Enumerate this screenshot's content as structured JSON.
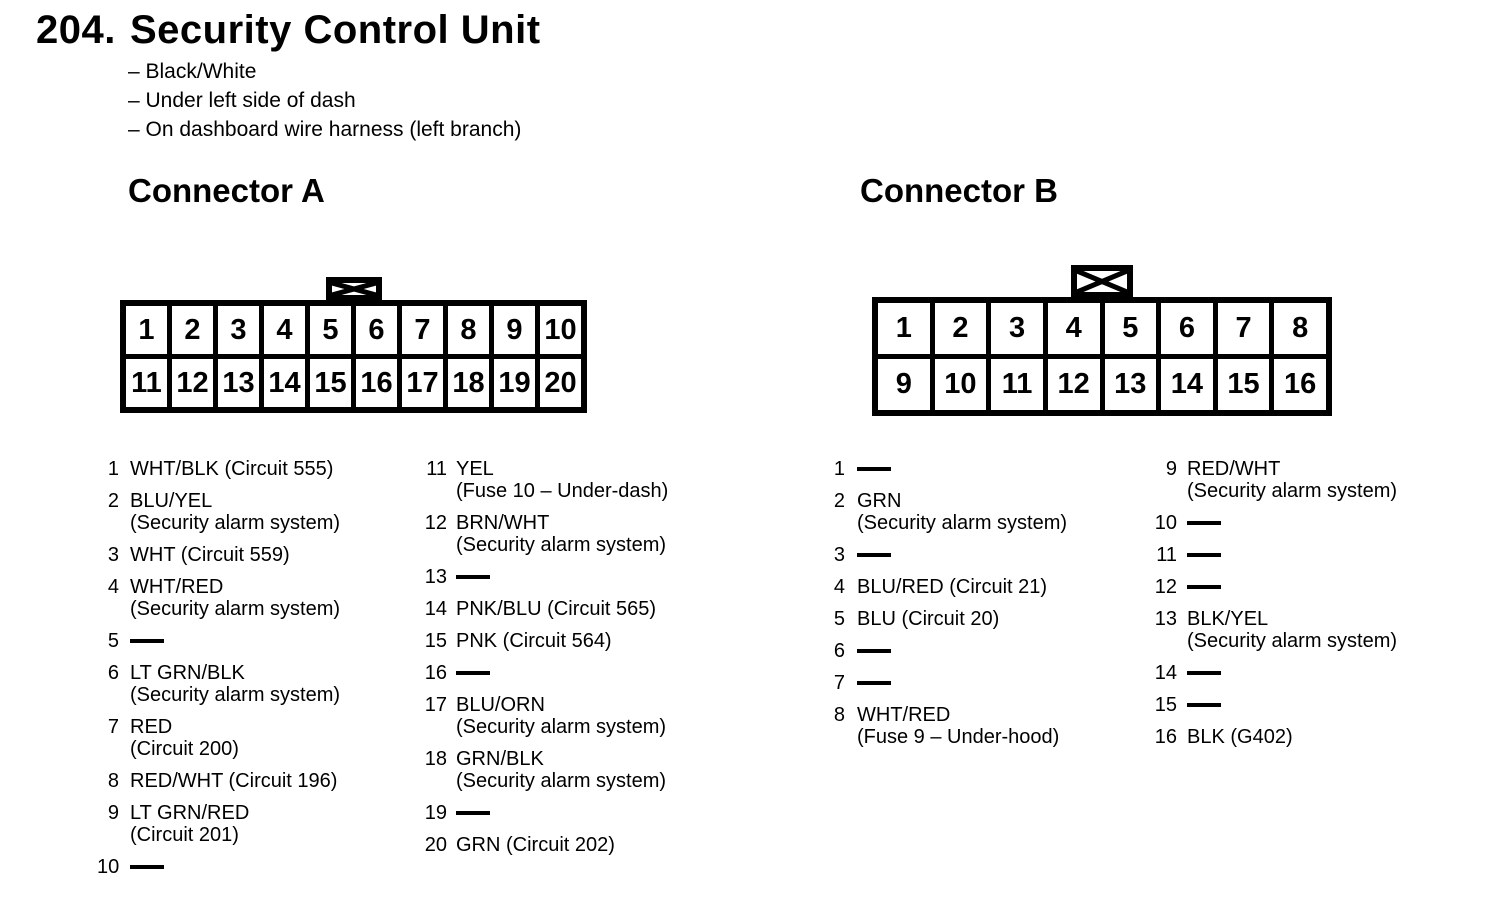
{
  "page": {
    "title_number": "204.",
    "title_text": "Security Control Unit",
    "notes": [
      "– Black/White",
      "– Under left side of dash",
      "– On dashboard wire harness (left branch)"
    ]
  },
  "connector_a": {
    "heading": "Connector A",
    "pin_rows": [
      [
        "1",
        "2",
        "3",
        "4",
        "5",
        "6",
        "7",
        "8",
        "9",
        "10"
      ],
      [
        "11",
        "12",
        "13",
        "14",
        "15",
        "16",
        "17",
        "18",
        "19",
        "20"
      ]
    ],
    "pin_columns": [
      [
        {
          "pin": "1",
          "desc": [
            "WHT/BLK (Circuit 555)"
          ]
        },
        {
          "pin": "2",
          "desc": [
            "BLU/YEL",
            "(Security alarm system)"
          ]
        },
        {
          "pin": "3",
          "desc": [
            "WHT (Circuit 559)"
          ]
        },
        {
          "pin": "4",
          "desc": [
            "WHT/RED",
            "(Security alarm system)"
          ]
        },
        {
          "pin": "5",
          "desc": []
        },
        {
          "pin": "6",
          "desc": [
            "LT GRN/BLK",
            "(Security alarm system)"
          ]
        },
        {
          "pin": "7",
          "desc": [
            "RED",
            "(Circuit 200)"
          ]
        },
        {
          "pin": "8",
          "desc": [
            "RED/WHT (Circuit 196)"
          ]
        },
        {
          "pin": "9",
          "desc": [
            "LT GRN/RED",
            "(Circuit 201)"
          ]
        },
        {
          "pin": "10",
          "desc": []
        }
      ],
      [
        {
          "pin": "11",
          "desc": [
            "YEL",
            "(Fuse 10 – Under-dash)"
          ]
        },
        {
          "pin": "12",
          "desc": [
            "BRN/WHT",
            "(Security alarm system)"
          ]
        },
        {
          "pin": "13",
          "desc": []
        },
        {
          "pin": "14",
          "desc": [
            "PNK/BLU (Circuit 565)"
          ]
        },
        {
          "pin": "15",
          "desc": [
            "PNK (Circuit 564)"
          ]
        },
        {
          "pin": "16",
          "desc": []
        },
        {
          "pin": "17",
          "desc": [
            "BLU/ORN",
            "(Security alarm system)"
          ]
        },
        {
          "pin": "18",
          "desc": [
            "GRN/BLK",
            "(Security alarm system)"
          ]
        },
        {
          "pin": "19",
          "desc": []
        },
        {
          "pin": "20",
          "desc": [
            "GRN (Circuit 202)"
          ]
        }
      ]
    ]
  },
  "connector_b": {
    "heading": "Connector B",
    "pin_rows": [
      [
        "1",
        "2",
        "3",
        "4",
        "5",
        "6",
        "7",
        "8"
      ],
      [
        "9",
        "10",
        "11",
        "12",
        "13",
        "14",
        "15",
        "16"
      ]
    ],
    "pin_columns": [
      [
        {
          "pin": "1",
          "desc": []
        },
        {
          "pin": "2",
          "desc": [
            "GRN",
            "(Security alarm system)"
          ]
        },
        {
          "pin": "3",
          "desc": []
        },
        {
          "pin": "4",
          "desc": [
            "BLU/RED (Circuit 21)"
          ]
        },
        {
          "pin": "5",
          "desc": [
            "BLU (Circuit 20)"
          ]
        },
        {
          "pin": "6",
          "desc": []
        },
        {
          "pin": "7",
          "desc": []
        },
        {
          "pin": "8",
          "desc": [
            "WHT/RED",
            "(Fuse 9 – Under-hood)"
          ]
        }
      ],
      [
        {
          "pin": "9",
          "desc": [
            "RED/WHT",
            "(Security alarm system)"
          ]
        },
        {
          "pin": "10",
          "desc": []
        },
        {
          "pin": "11",
          "desc": []
        },
        {
          "pin": "12",
          "desc": []
        },
        {
          "pin": "13",
          "desc": [
            "BLK/YEL",
            "(Security alarm system)"
          ]
        },
        {
          "pin": "14",
          "desc": []
        },
        {
          "pin": "15",
          "desc": []
        },
        {
          "pin": "16",
          "desc": [
            "BLK (G402)"
          ]
        }
      ]
    ]
  },
  "colors": {
    "foreground": "#000000",
    "background": "#ffffff"
  }
}
